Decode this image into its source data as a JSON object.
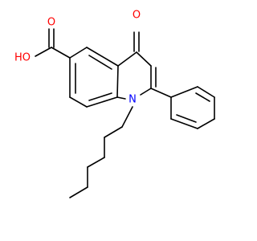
{
  "colors": {
    "bond": "#000000",
    "oxygen": "#ff0000",
    "nitrogen": "#0000ff",
    "background": "#ffffff"
  },
  "labels": {
    "oxo_oxygen": "O",
    "carbonyl_oxygen": "O",
    "hydroxyl": "HO",
    "ring_nitrogen": "N"
  }
}
